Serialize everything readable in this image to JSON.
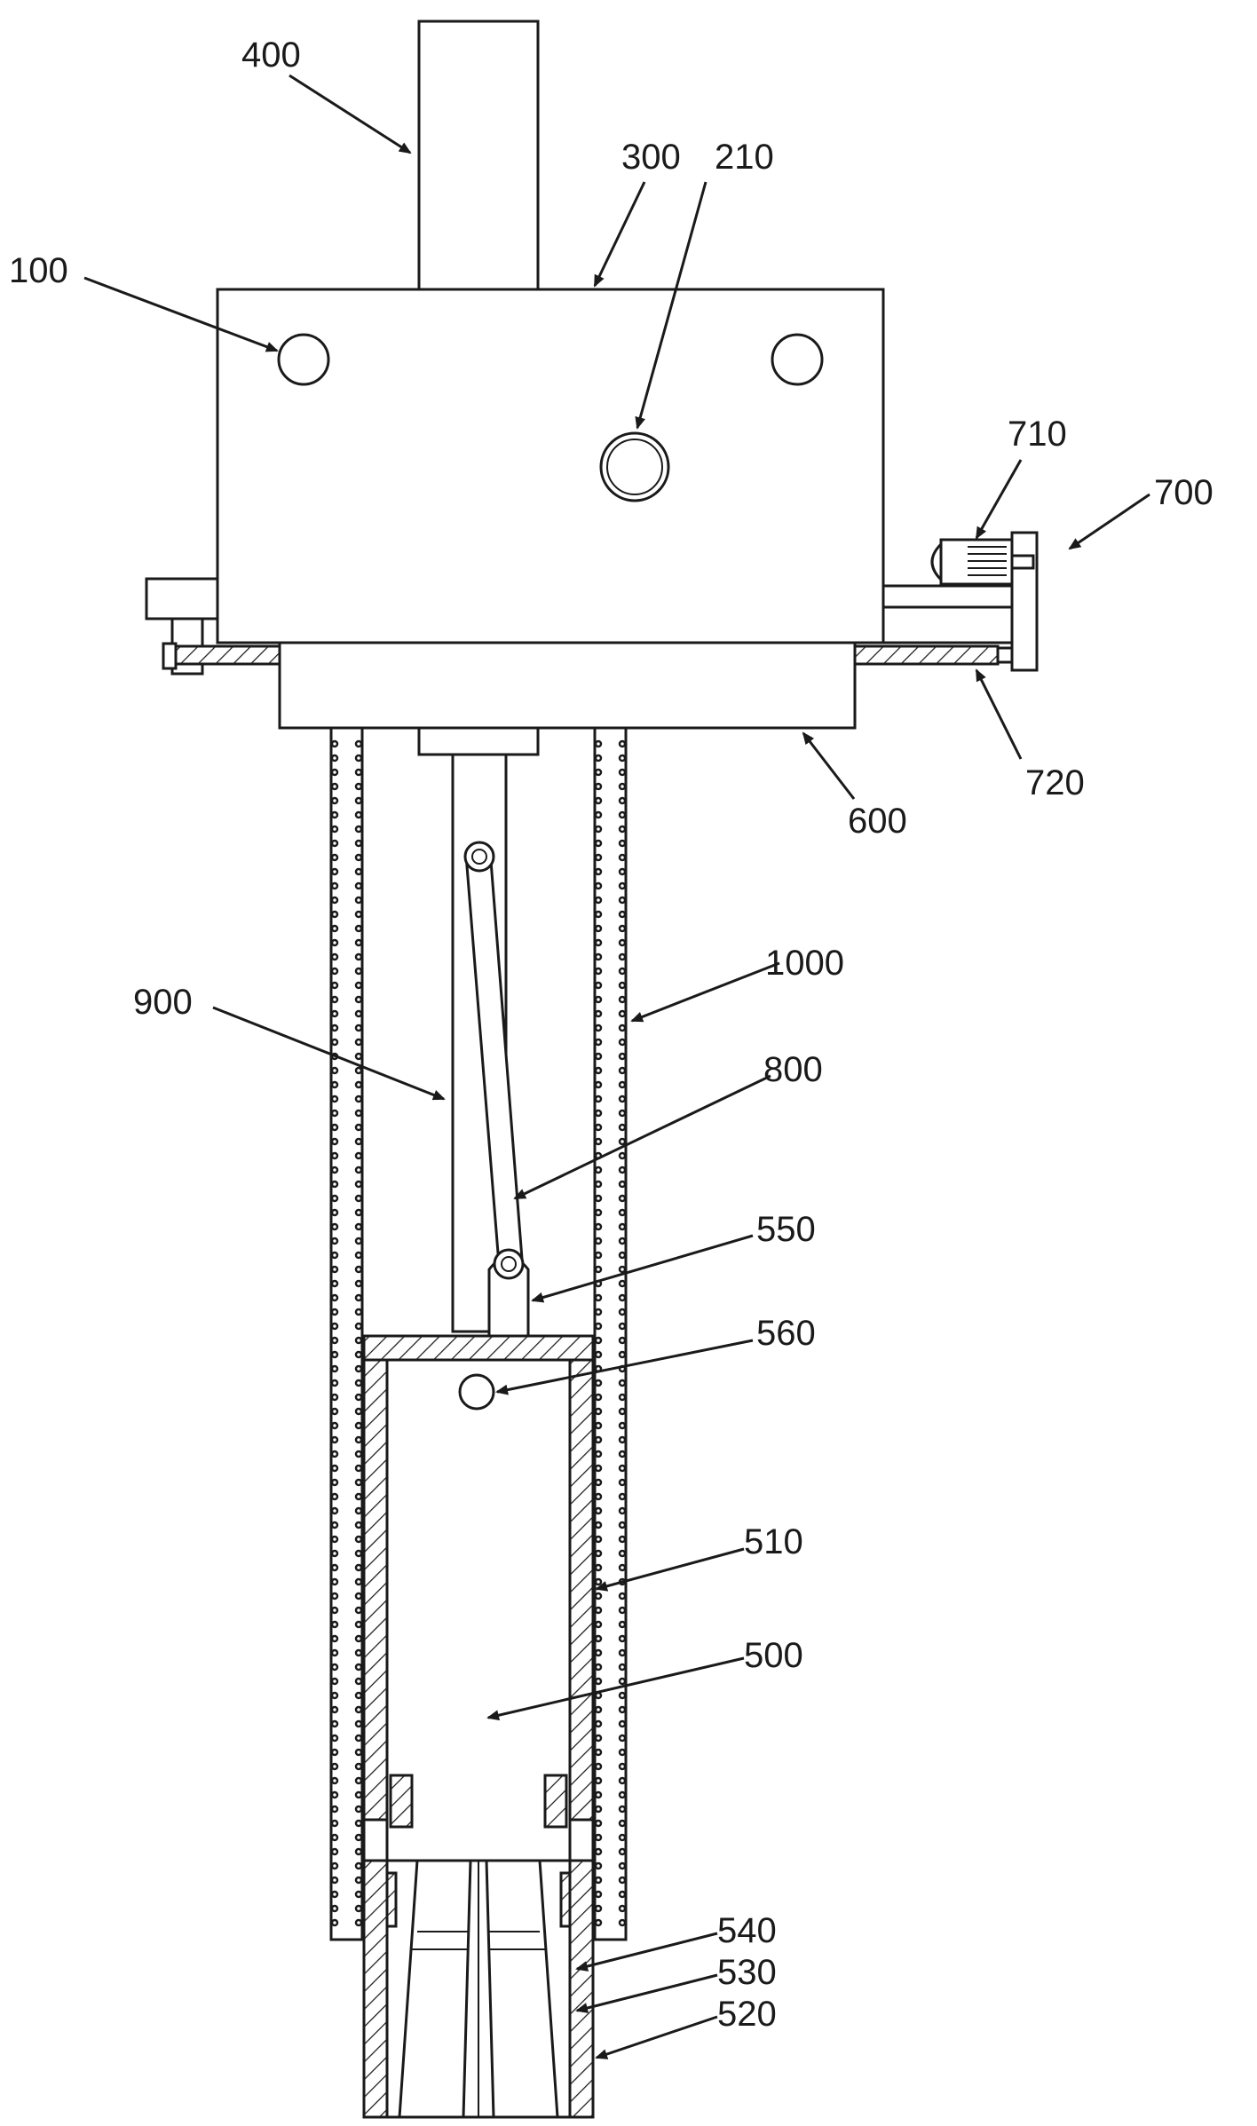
{
  "labels": {
    "l400": "400",
    "l300": "300",
    "l210": "210",
    "l100": "100",
    "l710": "710",
    "l700": "700",
    "l720": "720",
    "l600": "600",
    "l1000": "1000",
    "l900": "900",
    "l800": "800",
    "l550": "550",
    "l560": "560",
    "l510": "510",
    "l500": "500",
    "l540": "540",
    "l530": "530",
    "l520": "520"
  },
  "colors": {
    "line": "#1a1a1a",
    "background": "#ffffff"
  }
}
